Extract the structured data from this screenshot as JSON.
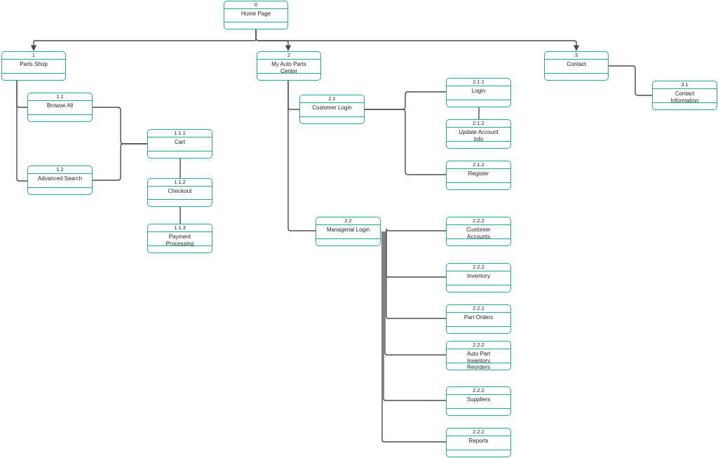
{
  "nodes": [
    {
      "id": "home-page",
      "number": "0",
      "title": "Home Page"
    },
    {
      "id": "parts-shop",
      "number": "1",
      "title": "Parts Shop"
    },
    {
      "id": "my-auto-parts-center",
      "number": "2",
      "title": "My Auto Parts\nCenter"
    },
    {
      "id": "contact",
      "number": "3",
      "title": "Contact"
    },
    {
      "id": "browse-all",
      "number": "1.1",
      "title": "Browse All"
    },
    {
      "id": "advanced-search",
      "number": "1.2",
      "title": "Advanced Search"
    },
    {
      "id": "cart",
      "number": "1.1.1",
      "title": "Cart"
    },
    {
      "id": "checkout",
      "number": "1.1.2",
      "title": "Checkout"
    },
    {
      "id": "payment-processing",
      "number": "1.1.3",
      "title": "Payment\nProcessing"
    },
    {
      "id": "customer-login",
      "number": "2.1",
      "title": "Customer Login"
    },
    {
      "id": "login",
      "number": "2.1.1",
      "title": "Login"
    },
    {
      "id": "update-account-info",
      "number": "2.1.2",
      "title": "Update Account\nInfo"
    },
    {
      "id": "register",
      "number": "2.1.2",
      "title": "Register"
    },
    {
      "id": "managerial-login",
      "number": "2.2",
      "title": "Managerial Login"
    },
    {
      "id": "customer-accounts",
      "number": "2.2.2",
      "title": "Customer\nAccounts"
    },
    {
      "id": "inventory",
      "number": "2.2.2",
      "title": "Inventory"
    },
    {
      "id": "part-orders",
      "number": "2.2.2",
      "title": "Part Orders"
    },
    {
      "id": "auto-part-inventory-reorders",
      "number": "2.2.2",
      "title": "Auto Part\nInventory\nReorders"
    },
    {
      "id": "suppliers",
      "number": "2.2.2",
      "title": "Suppliers"
    },
    {
      "id": "reports",
      "number": "2.2.2",
      "title": "Reports"
    },
    {
      "id": "contact-information",
      "number": "3.1",
      "title": "Contact\nInformation"
    }
  ],
  "colors": {
    "box_border": "#2aa39a",
    "connector": "#4a4a4a",
    "background": "#ffffff"
  }
}
